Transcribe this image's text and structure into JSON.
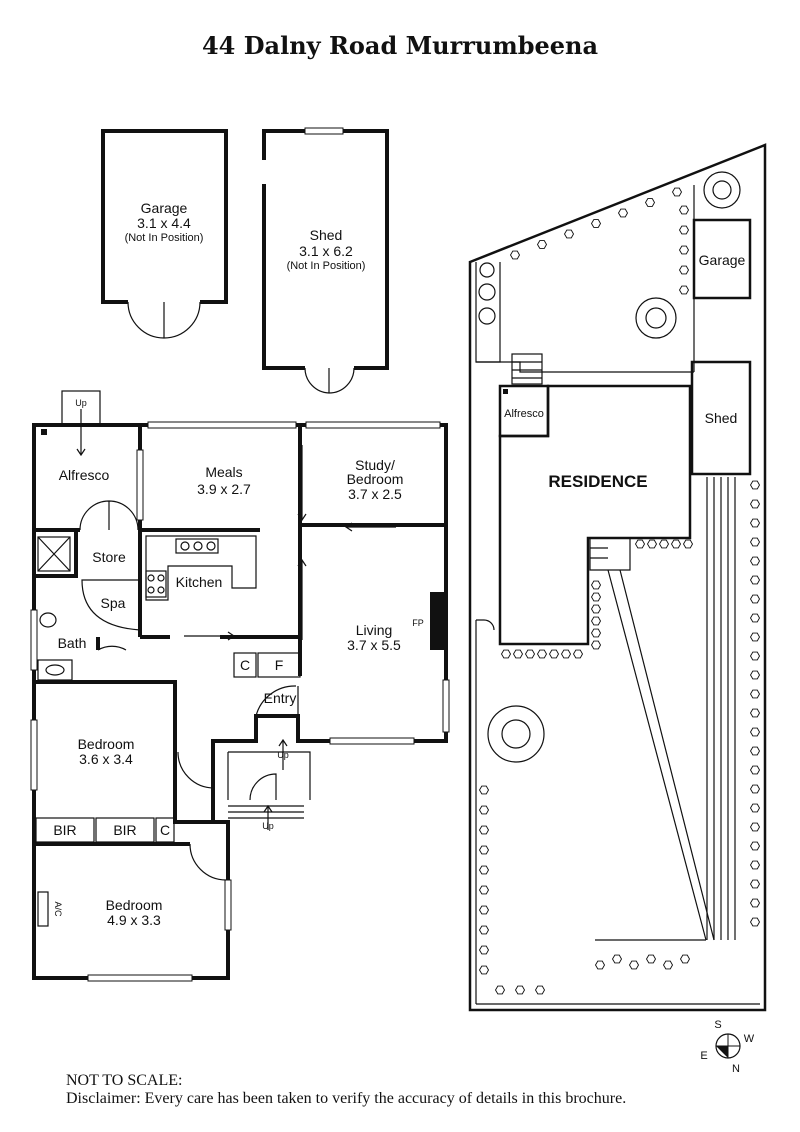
{
  "title": "44 Dalny Road Murrumbeena",
  "outbuildings": {
    "garage": {
      "name": "Garage",
      "dims": "3.1 x 4.4",
      "note": "(Not In Position)"
    },
    "shed": {
      "name": "Shed",
      "dims": "3.1 x 6.2",
      "note": "(Not In Position)"
    }
  },
  "rooms": {
    "alfresco": {
      "name": "Alfresco",
      "up": "Up"
    },
    "meals": {
      "name": "Meals",
      "dims": "3.9 x 2.7"
    },
    "study": {
      "name1": "Study/",
      "name2": "Bedroom",
      "dims": "3.7 x 2.5"
    },
    "store": {
      "name": "Store"
    },
    "kitchen": {
      "name": "Kitchen"
    },
    "spa": {
      "name": "Spa"
    },
    "bath": {
      "name": "Bath"
    },
    "living": {
      "name": "Living",
      "dims": "3.7 x 5.5",
      "fp": "FP"
    },
    "pantry_c": "C",
    "fridge_f": "F",
    "entry": {
      "name": "Entry",
      "up1": "Up",
      "up2": "Up"
    },
    "bedroom1": {
      "name": "Bedroom",
      "dims": "3.6 x 3.4"
    },
    "bir1": "BIR",
    "bir2": "BIR",
    "linen_c": "C",
    "bedroom2": {
      "name": "Bedroom",
      "dims": "4.9 x 3.3"
    },
    "ac": "A/C"
  },
  "site": {
    "garage": "Garage",
    "shed": "Shed",
    "alfresco": "Alfresco",
    "residence": "RESIDENCE"
  },
  "compass": {
    "s": "S",
    "w": "W",
    "e": "E",
    "n": "N"
  },
  "footer": {
    "line1": "NOT TO SCALE:",
    "line2": "Disclaimer: Every care has been taken to verify the accuracy of details in this brochure."
  }
}
